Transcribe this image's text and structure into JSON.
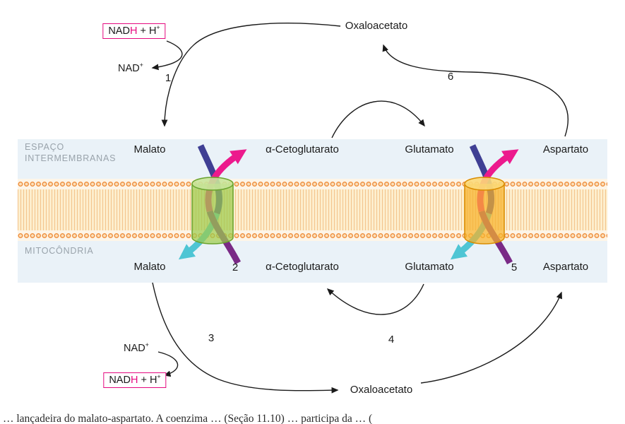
{
  "regions": {
    "intermembrane_line1": "ESPAÇO",
    "intermembrane_line2": "INTERMEMBRANAS",
    "matrix": "MITOCÔNDRIA"
  },
  "labels": {
    "oxaloacetate_top": "Oxaloacetato",
    "malate_top": "Malato",
    "akg_top": "α-Cetoglutarato",
    "glutamate_top": "Glutamato",
    "aspartate_top": "Aspartato",
    "malate_bottom": "Malato",
    "akg_bottom": "α-Cetoglutarato",
    "glutamate_bottom": "Glutamato",
    "aspartate_bottom": "Aspartato",
    "oxaloacetate_bottom": "Oxaloacetato"
  },
  "cofactors": {
    "nadh_top": {
      "pre": "NAD",
      "hl": "H",
      "mid": " + H",
      "sup": "+"
    },
    "nad_top": {
      "base": "NAD",
      "sup": "+"
    },
    "nad_bottom": {
      "base": "NAD",
      "sup": "+"
    },
    "nadh_bottom": {
      "pre": "NAD",
      "hl": "H",
      "mid": " + H",
      "sup": "+"
    }
  },
  "steps": {
    "n1": "1",
    "n2": "2",
    "n3": "3",
    "n4": "4",
    "n5": "5",
    "n6": "6"
  },
  "caption": "… lançadeira do malato-aspartato. A coenzima … (Seção 11.10) … participa da … (",
  "colors": {
    "membrane_head": "#ef9243",
    "membrane_fill": "#fdeecd",
    "band_blue": "#eaf2f8",
    "transporter_green": "#9ccc4e",
    "transporter_orange": "#f7b32b",
    "arrow_dark_blue": "#3f3f94",
    "arrow_teal": "#4ec5d4",
    "arrow_purple": "#7a2a86",
    "arrow_magenta": "#ec1a8d",
    "nadh_box_border": "#e5097f",
    "region_label_gray": "#99a3ab"
  }
}
